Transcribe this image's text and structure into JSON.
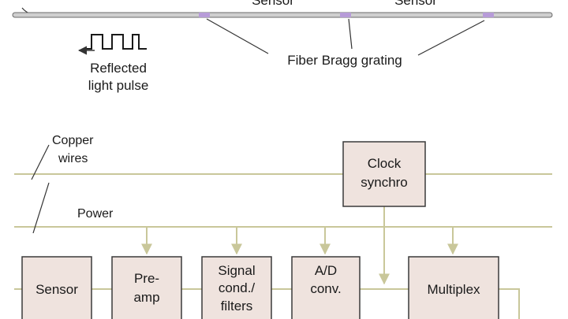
{
  "fiber": {
    "sensor_labels": [
      "Sensor",
      "Sensor"
    ],
    "pulse_label_line1": "Reflected",
    "pulse_label_line2": "light pulse",
    "grating_label": "Fiber Bragg grating"
  },
  "bus": {
    "copper_label_line1": "Copper",
    "copper_label_line2": "wires",
    "power_label": "Power"
  },
  "blocks": {
    "clock": [
      "Clock",
      "synchro"
    ],
    "sensor": [
      "Sensor"
    ],
    "preamp": [
      "Pre-",
      "amp"
    ],
    "signal": [
      "Signal",
      "cond./",
      "filters"
    ],
    "adconv": [
      "A/D",
      "conv."
    ],
    "multiplex": [
      "Multiplex"
    ]
  },
  "colors": {
    "wire": "#c9c79a",
    "box_fill": "#efe3de",
    "box_stroke": "#3a3a3a",
    "grating": "#b79bd8",
    "fiber": "#cfcfcf"
  }
}
